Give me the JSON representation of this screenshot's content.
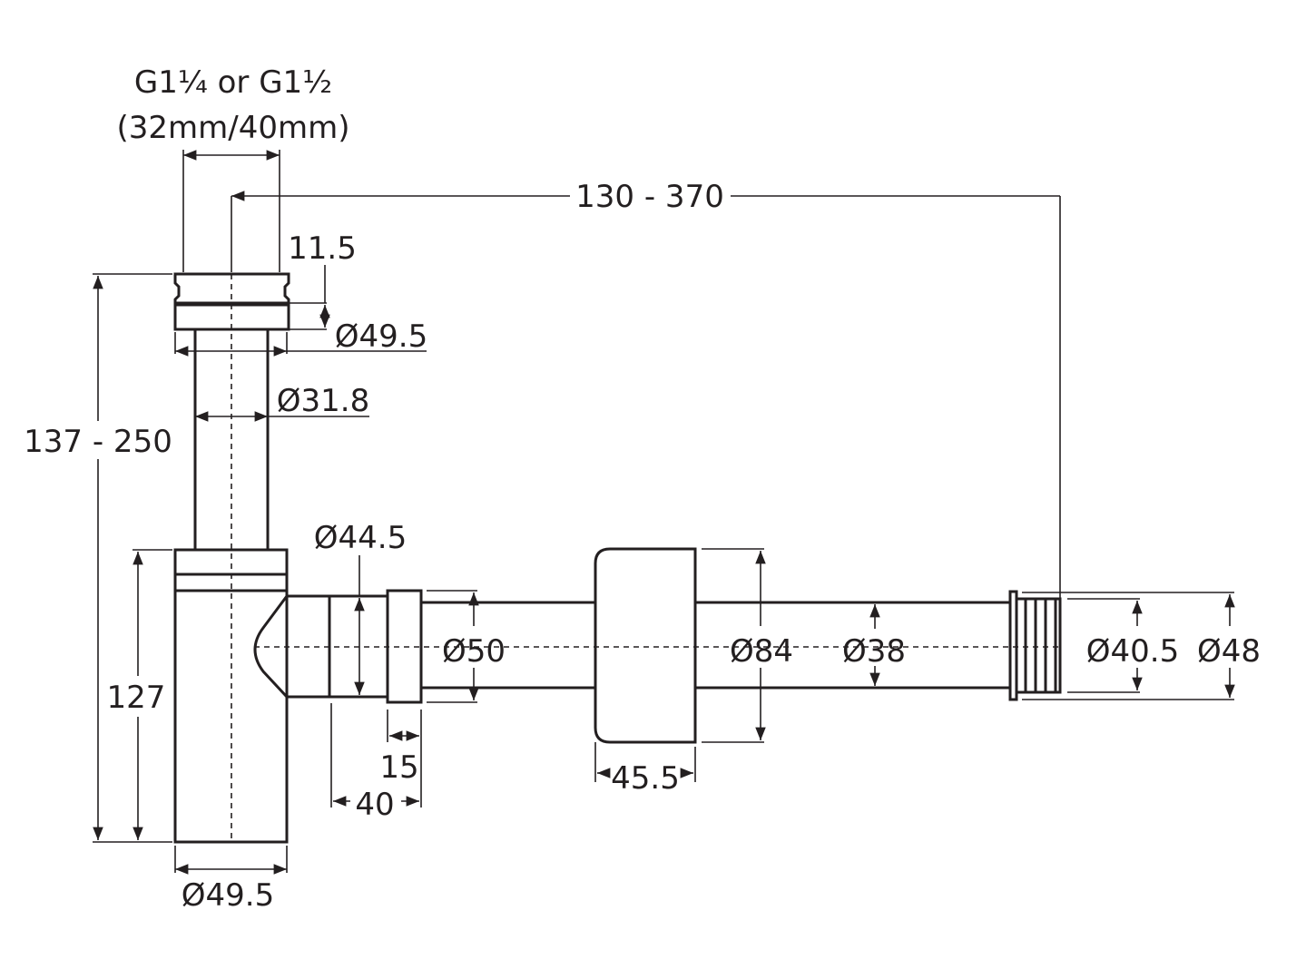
{
  "diagram": {
    "title": "Bottle trap dimension drawing",
    "line_color": "#231f20",
    "background": "#ffffff",
    "labels": {
      "thread_size": "G1¼ or G1½",
      "thread_mm": "(32mm/40mm)",
      "horizontal_reach": "130 - 370",
      "nut_height": "11.5",
      "nut_diameter": "Ø49.5",
      "tail_diameter": "Ø31.8",
      "overall_height": "137 - 250",
      "body_height": "127",
      "body_diameter": "Ø49.5",
      "outlet_diameter": "Ø44.5",
      "outlet_nut_diameter": "Ø50",
      "outlet_nut_width": "15",
      "outlet_length": "40",
      "rosette_diameter": "Ø84",
      "rosette_depth": "45.5",
      "pipe_diameter": "Ø38",
      "connector_inner_diameter": "Ø40.5",
      "connector_outer_diameter": "Ø48"
    }
  }
}
